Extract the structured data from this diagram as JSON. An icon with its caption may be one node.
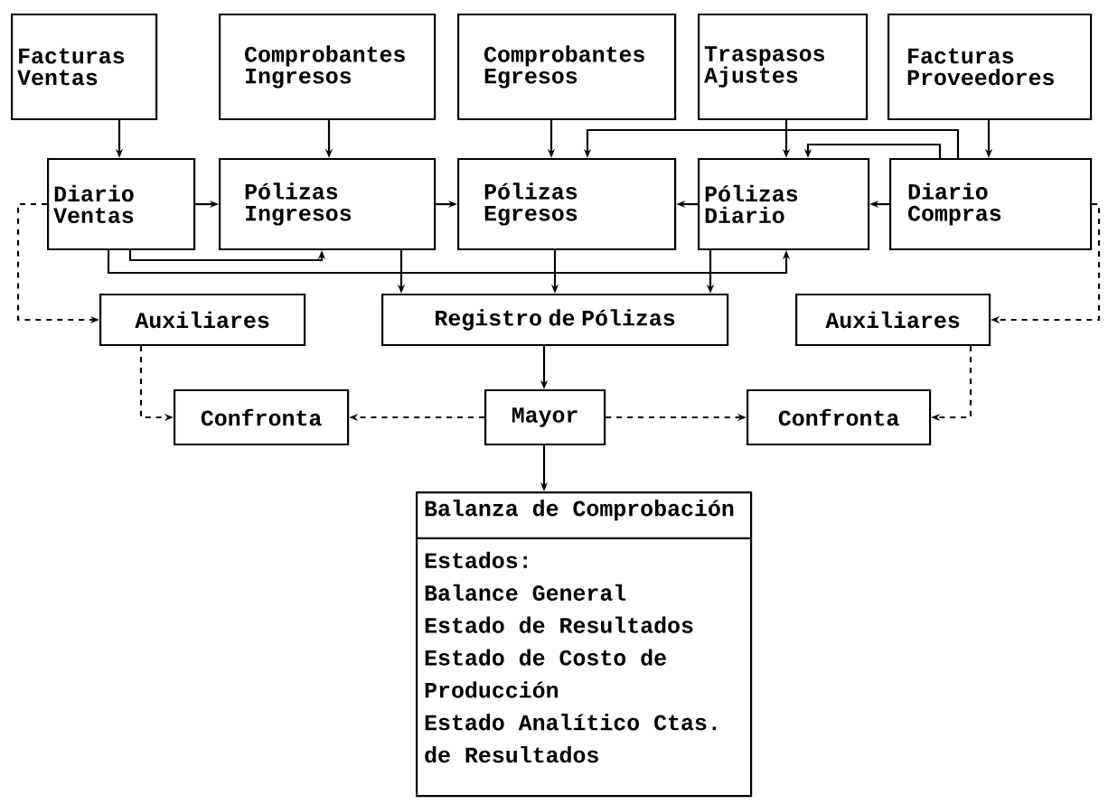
{
  "diagram": {
    "nodes": [
      {
        "text": [
          "Facturas Ventas"
        ]
      },
      {
        "text": [
          "Comprobantes Ingresos"
        ]
      },
      {
        "text": [
          "Comprobantes Egresos"
        ]
      },
      {
        "text": [
          "Traspasos Ajustes"
        ]
      },
      {
        "text": [
          "Facturas Proveedores"
        ]
      },
      {
        "text": [
          "Diario Ventas"
        ]
      },
      {
        "text": [
          "Pólizas Ingresos"
        ]
      },
      {
        "text": [
          "Pólizas Egresos"
        ]
      },
      {
        "text": [
          "Pólizas Diario"
        ]
      },
      {
        "text": [
          "Diario Compras"
        ]
      },
      {
        "text": [
          "Auxiliares"
        ]
      },
      {
        "text": [
          "Registro de Pólizas"
        ]
      },
      {
        "text": [
          "Auxiliares"
        ]
      },
      {
        "text": [
          "Confronta"
        ]
      },
      {
        "text": [
          "Mayor"
        ]
      },
      {
        "text": [
          "Confronta"
        ]
      },
      {
        "text": [
          "Balanza de Comprobación",
          "Estados:",
          "Balance General",
          "Estado de Resultados",
          "Estado de Costo de Producción",
          "Estado Analítico Ctas. de Resultados"
        ]
      }
    ],
    "edges": [
      {
        "from": 0,
        "to": 5,
        "arrow": "to"
      },
      {
        "from": 1,
        "to": 6,
        "arrow": "to"
      },
      {
        "from": 2,
        "to": 7,
        "arrow": "to"
      },
      {
        "from": 3,
        "to": 8,
        "arrow": "to"
      },
      {
        "from": 4,
        "to": 9,
        "arrow": "to"
      },
      {
        "from": 5,
        "to": 6,
        "arrow": "to"
      },
      {
        "from": 6,
        "to": 7,
        "arrow": "to"
      },
      {
        "from": 8,
        "to": 7,
        "arrow": "to"
      },
      {
        "from": 9,
        "to": 8,
        "arrow": "to"
      },
      {
        "from": 9,
        "to": 7,
        "arrow": "to"
      },
      {
        "from": 9,
        "to": 8,
        "arrow": "to"
      },
      {
        "from": 5,
        "to": 6,
        "arrow": "to"
      },
      {
        "from": 5,
        "to": 8,
        "arrow": "to"
      },
      {
        "from": 6,
        "to": 11,
        "arrow": "to"
      },
      {
        "from": 7,
        "to": 11,
        "arrow": "to"
      },
      {
        "from": 8,
        "to": 11,
        "arrow": "to"
      },
      {
        "from": 11,
        "to": 14,
        "arrow": "to"
      },
      {
        "from": 14,
        "to": 16,
        "arrow": "to"
      },
      {
        "from": 5,
        "to": 10,
        "arrow": "to",
        "style": "dashed"
      },
      {
        "from": 9,
        "to": 12,
        "arrow": "to",
        "style": "dashed"
      },
      {
        "from": 10,
        "to": 13,
        "arrow": "to",
        "style": "dashed"
      },
      {
        "from": 12,
        "to": 15,
        "arrow": "to",
        "style": "dashed"
      },
      {
        "from": 14,
        "to": 13,
        "arrow": "to",
        "style": "dashed"
      },
      {
        "from": 14,
        "to": 15,
        "arrow": "to",
        "style": "dashed"
      }
    ]
  }
}
